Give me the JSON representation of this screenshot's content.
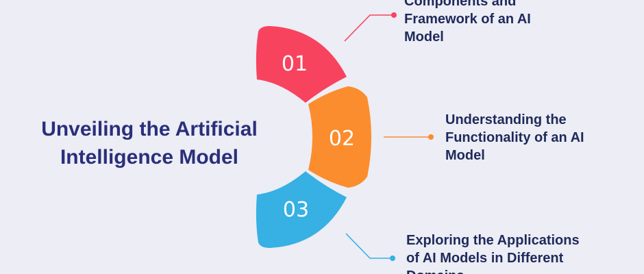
{
  "title": {
    "line1": "Unveiling the Artificial",
    "line2": "Intelligence Model"
  },
  "steps": [
    {
      "number": "01",
      "color": "#f8435f",
      "label_lines": [
        "Components and",
        "Framework of an AI",
        "Model"
      ]
    },
    {
      "number": "02",
      "color": "#fb8d2e",
      "label_lines": [
        "Understanding the",
        "Functionality of an AI",
        "Model"
      ]
    },
    {
      "number": "03",
      "color": "#37b0e3",
      "label_lines": [
        "Exploring the Applications",
        "of AI Models in Different",
        "Domains"
      ]
    }
  ],
  "colors": {
    "background": "#ecedf5",
    "title": "#2a2f7a",
    "label_text": "#1f2a5a"
  }
}
